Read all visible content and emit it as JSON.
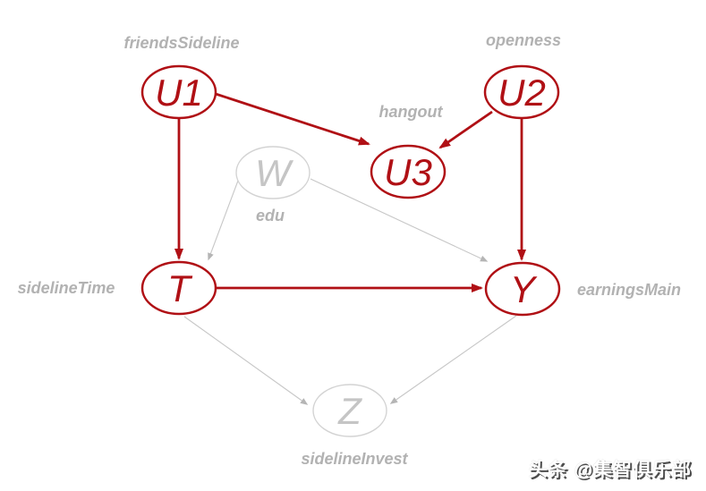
{
  "diagram": {
    "type": "causal-dag",
    "nodes": [
      {
        "id": "U1",
        "label": "U1",
        "variable": "friendsSideline",
        "emphasis": "red"
      },
      {
        "id": "U2",
        "label": "U2",
        "variable": "openness",
        "emphasis": "red"
      },
      {
        "id": "U3",
        "label": "U3",
        "variable": "hangout",
        "emphasis": "red"
      },
      {
        "id": "W",
        "label": "W",
        "variable": "edu",
        "emphasis": "gray"
      },
      {
        "id": "T",
        "label": "T",
        "variable": "sidelineTime",
        "emphasis": "red"
      },
      {
        "id": "Y",
        "label": "Y",
        "variable": "earningsMain",
        "emphasis": "red"
      },
      {
        "id": "Z",
        "label": "Z",
        "variable": "sidelineInvest",
        "emphasis": "gray"
      }
    ],
    "edges": [
      {
        "from": "U1",
        "to": "U3",
        "style": "red"
      },
      {
        "from": "U2",
        "to": "U3",
        "style": "red"
      },
      {
        "from": "U1",
        "to": "T",
        "style": "red"
      },
      {
        "from": "U2",
        "to": "Y",
        "style": "red"
      },
      {
        "from": "T",
        "to": "Y",
        "style": "red"
      },
      {
        "from": "W",
        "to": "T",
        "style": "gray"
      },
      {
        "from": "W",
        "to": "Y",
        "style": "gray"
      },
      {
        "from": "T",
        "to": "Z",
        "style": "gray"
      },
      {
        "from": "Y",
        "to": "Z",
        "style": "gray"
      }
    ],
    "colors": {
      "red_accent": "#b01015",
      "gray_edge": "#c7c7c7",
      "gray_label": "#b2b2b2",
      "gray_node_stroke": "#d3d3d3",
      "gray_node_text": "#c5c5c5",
      "background": "#ffffff"
    }
  },
  "watermark": {
    "text": "头条 @集智俱乐部"
  }
}
